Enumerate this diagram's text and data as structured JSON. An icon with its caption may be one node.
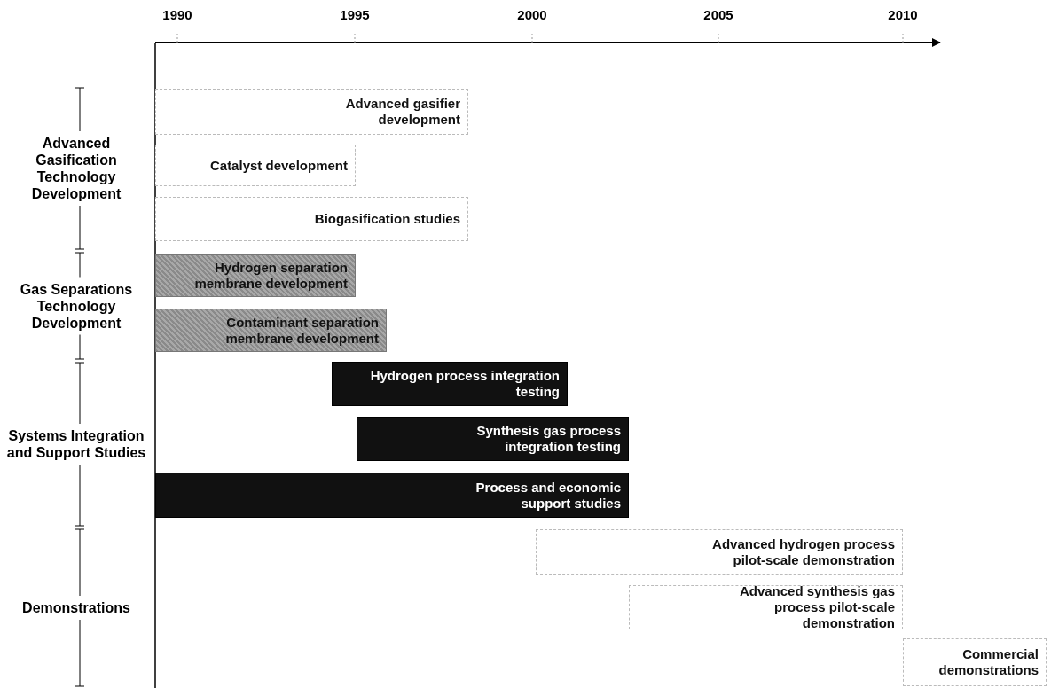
{
  "diagram": {
    "nodes": [
      {
        "text": [
          "Advanced gasifier development"
        ]
      },
      {
        "text": [
          "Catalyst development"
        ]
      },
      {
        "text": [
          "Biogasification studies"
        ]
      },
      {
        "text": [
          "Hydrogen separation membrane development"
        ]
      },
      {
        "text": [
          "Contaminant separation membrane development"
        ]
      },
      {
        "text": [
          "Hydrogen process integration testing"
        ]
      },
      {
        "text": [
          "Synthesis gas process integration testing"
        ]
      },
      {
        "text": [
          "Process and economic support studies"
        ]
      },
      {
        "text": [
          "Advanced hydrogen process pilot-scale demonstration"
        ]
      },
      {
        "text": [
          "Advanced synthesis gas process pilot-scale demonstration"
        ]
      },
      {
        "text": [
          "Commercial demonstrations"
        ]
      }
    ],
    "edges": [],
    "labels": [
      "1990",
      "1995",
      "2000",
      "2005",
      "2010",
      "Advanced Gasification Technology Development",
      "Gas Separations Technology Development",
      "Systems Integration and Support Studies",
      "Demonstrations"
    ]
  }
}
